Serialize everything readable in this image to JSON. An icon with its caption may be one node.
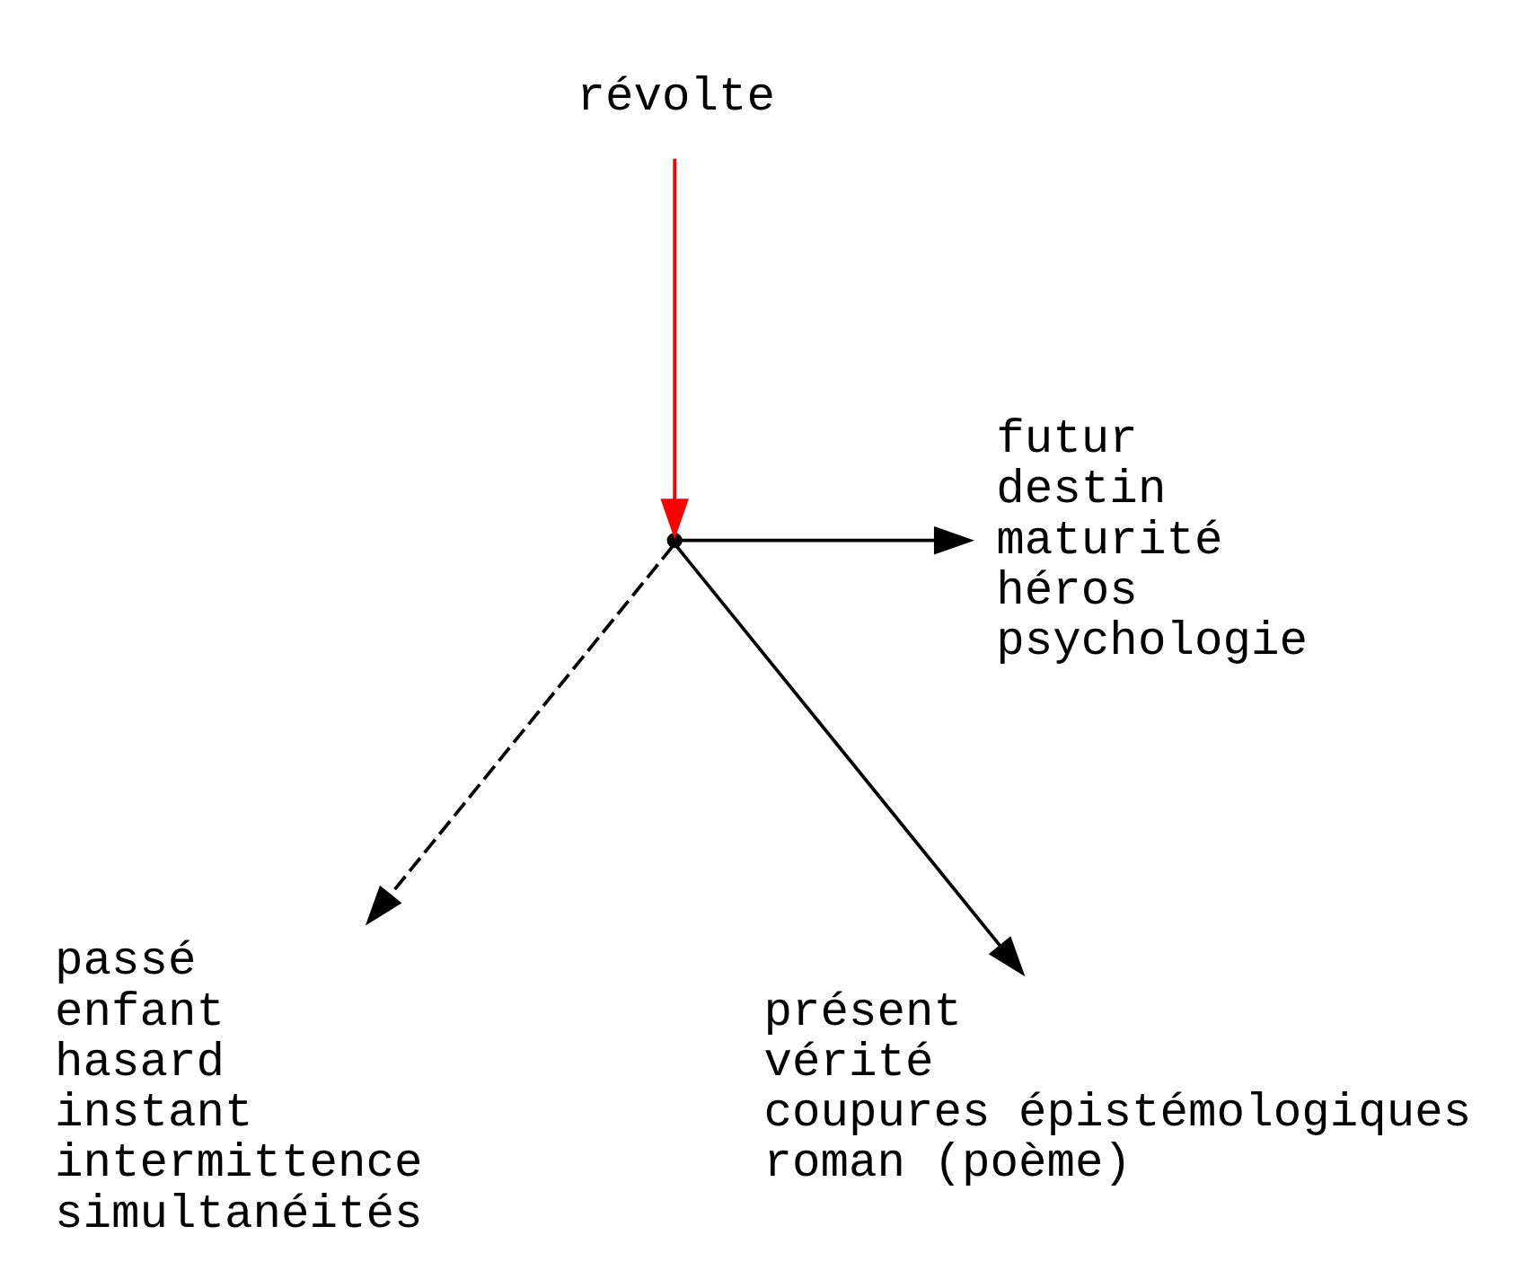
{
  "diagram": {
    "nodes": [
      {
        "text": [
          "révolte"
        ]
      },
      {
        "text": [],
        "shape": "point"
      },
      {
        "text": [
          "futur",
          "destin",
          "maturité",
          "héros",
          "psychologie"
        ]
      },
      {
        "text": [
          "passé",
          "enfant",
          "hasard",
          "instant",
          "intermittence",
          "simultanéités"
        ]
      },
      {
        "text": [
          "présent",
          "vérité",
          "coupures épistémologiques",
          "roman (poème)"
        ]
      }
    ],
    "edges": [
      {
        "from": 0,
        "to": 1,
        "arrow": "to",
        "color": "#ff0000"
      },
      {
        "from": 1,
        "to": 2,
        "arrow": "to"
      },
      {
        "from": 1,
        "to": 3,
        "arrow": "to",
        "style": "dashed"
      },
      {
        "from": 1,
        "to": 4,
        "arrow": "to"
      }
    ]
  }
}
